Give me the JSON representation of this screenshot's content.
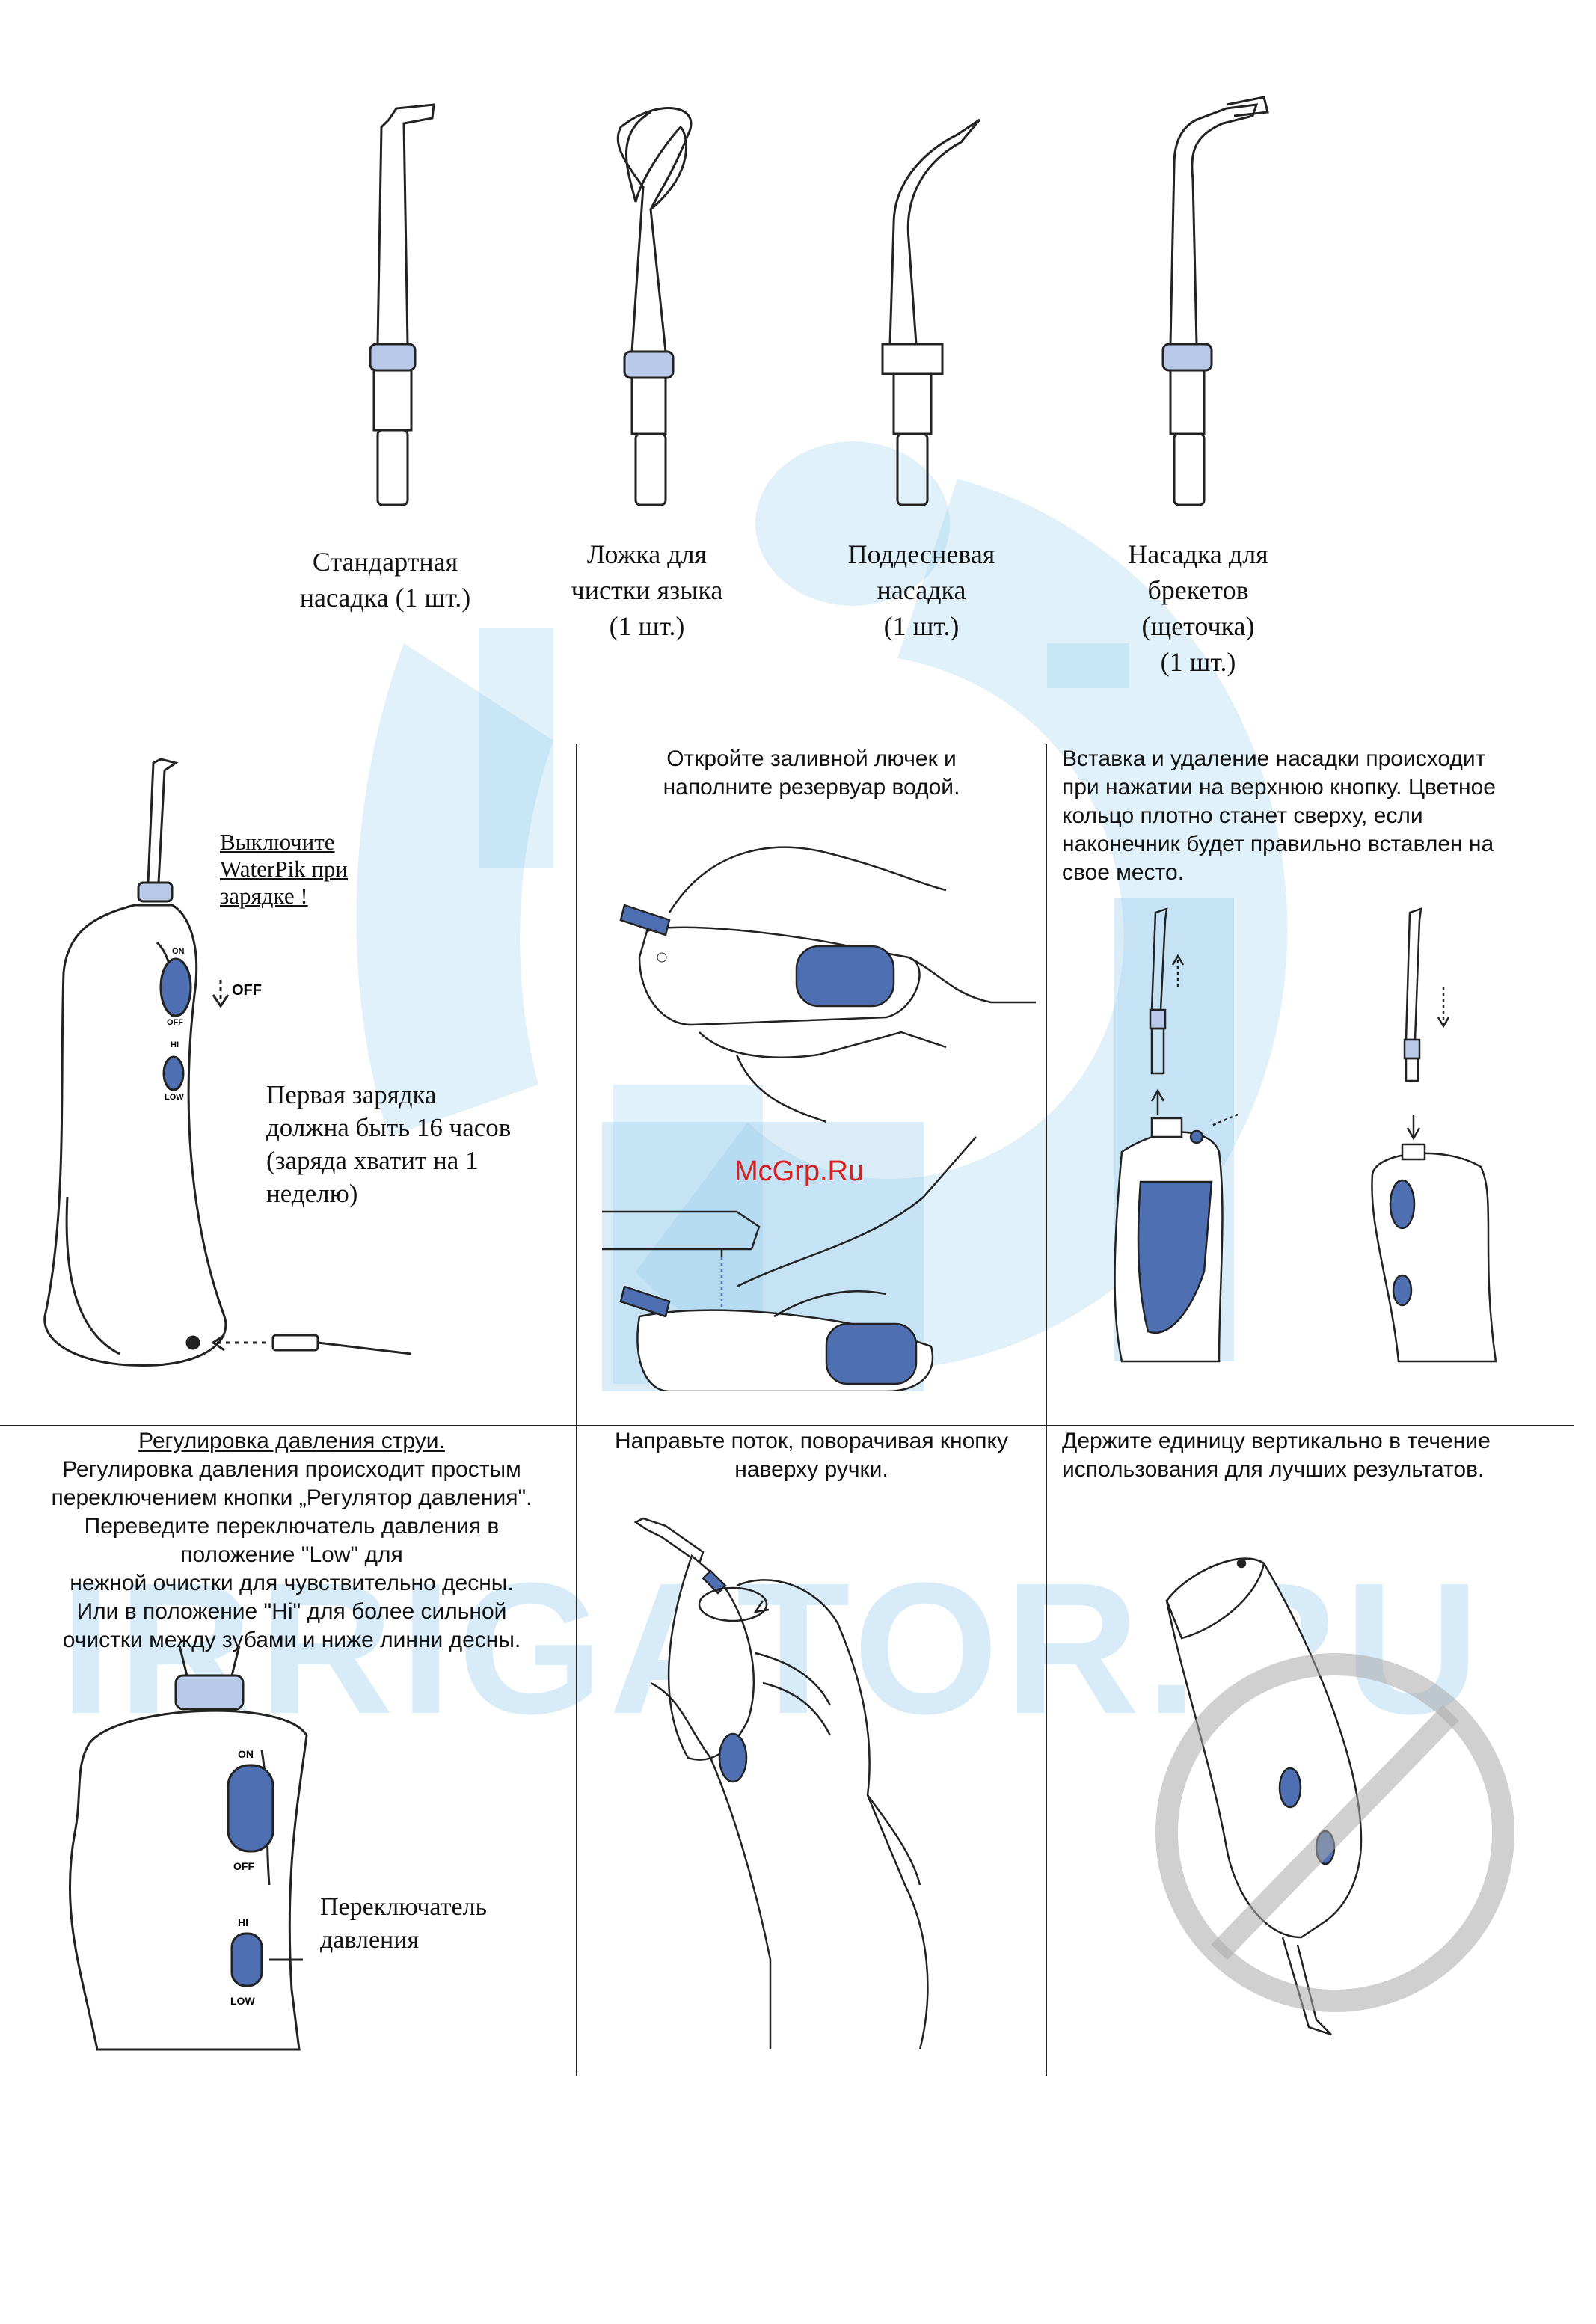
{
  "watermark": {
    "text": "IRRIGATOR.RU",
    "color": "#6fb9e6"
  },
  "site_mark": "McGrp.Ru",
  "tips": [
    {
      "name": "standard",
      "lines": [
        "Стандартная",
        "насадка (1 шт.)"
      ]
    },
    {
      "name": "tongue",
      "lines": [
        "Ложка для",
        "чистки языка",
        "(1 шт.)"
      ]
    },
    {
      "name": "subgingival",
      "lines": [
        "Поддесневая",
        "насадка",
        "(1 шт.)"
      ]
    },
    {
      "name": "braces",
      "lines": [
        "Насадка для",
        "брекетов",
        "(щеточка)",
        "(1 шт.)"
      ]
    }
  ],
  "charging": {
    "warning_lines": [
      "Выключите",
      "WaterPik при",
      "зарядке !"
    ],
    "note_lines": [
      "Первая зарядка",
      "должна быть 16 часов",
      "(заряда хватит на 1",
      "неделю)"
    ],
    "labels": {
      "on": "ON",
      "off": "OFF",
      "hi": "HI",
      "low": "LOW",
      "off_arrow": "OFF"
    }
  },
  "fill": {
    "lines": [
      "Откройте заливной лючек и",
      "наполните резервуар водой."
    ]
  },
  "insert": {
    "lines": [
      "Вставка и удаление насадки происходит",
      "при нажатии на верхнюю кнопку. Цветное",
      "кольцо плотно станет сверху, если",
      "наконечник будет правильно вставлен на",
      "свое место."
    ]
  },
  "pressure": {
    "title": "Регулировка давления струи.",
    "lines": [
      "Регулировка давления происходит простым",
      "переключением кнопки „Регулятор давления\".",
      "Переведите переключатель давления в",
      "положение \"Low\" для",
      "нежной очистки для чувствительно десны.",
      "Или в положение \"Hi\" для более сильной",
      "очистки между зубами и ниже линни десны."
    ],
    "switch_label_lines": [
      "Переключатель",
      "давления"
    ],
    "labels": {
      "on": "ON",
      "off": "OFF",
      "hi": "HI",
      "low": "LOW"
    }
  },
  "direct": {
    "lines": [
      "Направьте поток, поворачивая кнопку",
      "наверху ручки."
    ]
  },
  "vertical": {
    "lines": [
      "Держите единицу вертикально в течение",
      "использования для лучших результатов."
    ]
  },
  "colors": {
    "accent_blue": "#4f6fb3",
    "light_blue": "#b9c9ea",
    "line": "#222222"
  }
}
